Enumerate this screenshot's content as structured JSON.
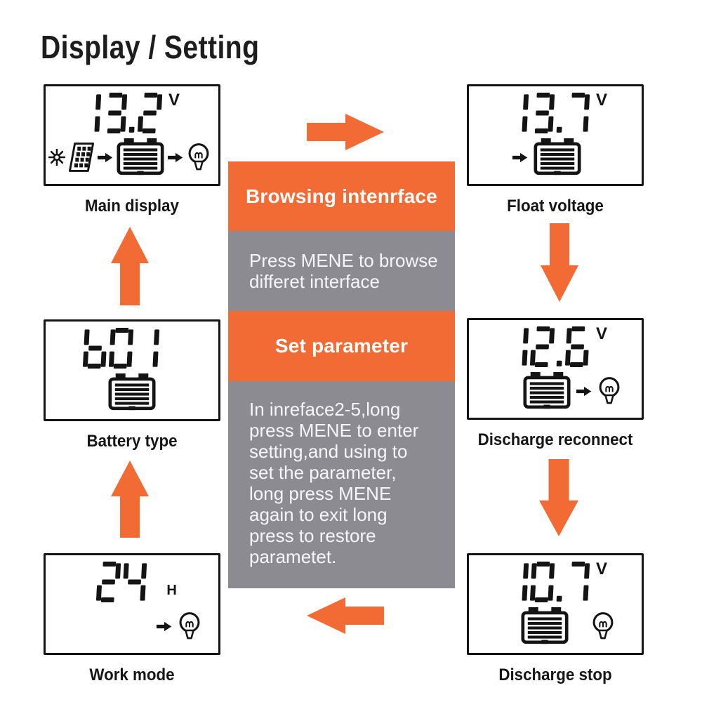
{
  "title": "Display / Setting",
  "colors": {
    "accent_orange": "#F26B35",
    "panel_gray": "#8C8B92",
    "lcd_ink": "#141414",
    "text_dark": "#1D1D1D"
  },
  "panels": [
    {
      "id": "main-display",
      "label": "Main display",
      "value": "13.2",
      "unit": "V",
      "icons": [
        "sun",
        "solar-panel",
        "arrow-right",
        "battery",
        "arrow-right",
        "bulb"
      ]
    },
    {
      "id": "float-voltage",
      "label": "Float voltage",
      "value": "13.7",
      "unit": "V",
      "icons": [
        "arrow-right",
        "battery"
      ]
    },
    {
      "id": "battery-type",
      "label": "Battery type",
      "value": "b01",
      "unit": "",
      "icons": [
        "battery"
      ]
    },
    {
      "id": "discharge-reconnect",
      "label": "Discharge reconnect",
      "value": "12.6",
      "unit": "V",
      "icons": [
        "battery",
        "arrow-right",
        "bulb"
      ]
    },
    {
      "id": "work-mode",
      "label": "Work mode",
      "value": "24",
      "unit": "H",
      "icons": [
        "arrow-right",
        "bulb"
      ]
    },
    {
      "id": "discharge-stop",
      "label": "Discharge stop",
      "value": "10.7",
      "unit": "V",
      "icons": [
        "battery",
        "bulb"
      ]
    }
  ],
  "center": {
    "sections": [
      {
        "type": "header",
        "text": "Browsing intenrface"
      },
      {
        "type": "body",
        "lines": [
          "Press MENE to browse",
          "differet interface"
        ]
      },
      {
        "type": "header",
        "text": "Set parameter"
      },
      {
        "type": "body",
        "lines": [
          "In inreface2-5,long",
          "press MENE to enter",
          "setting,and using to",
          "set the parameter,",
          "long press MENE",
          "again to exit long",
          "press to restore",
          "parametet."
        ]
      }
    ]
  },
  "flow": {
    "arrows": [
      {
        "position": "top-center",
        "direction": "right"
      },
      {
        "position": "right-upper",
        "direction": "down"
      },
      {
        "position": "right-lower",
        "direction": "down"
      },
      {
        "position": "bottom-center",
        "direction": "left"
      },
      {
        "position": "left-upper",
        "direction": "up"
      },
      {
        "position": "left-lower",
        "direction": "up"
      }
    ]
  }
}
